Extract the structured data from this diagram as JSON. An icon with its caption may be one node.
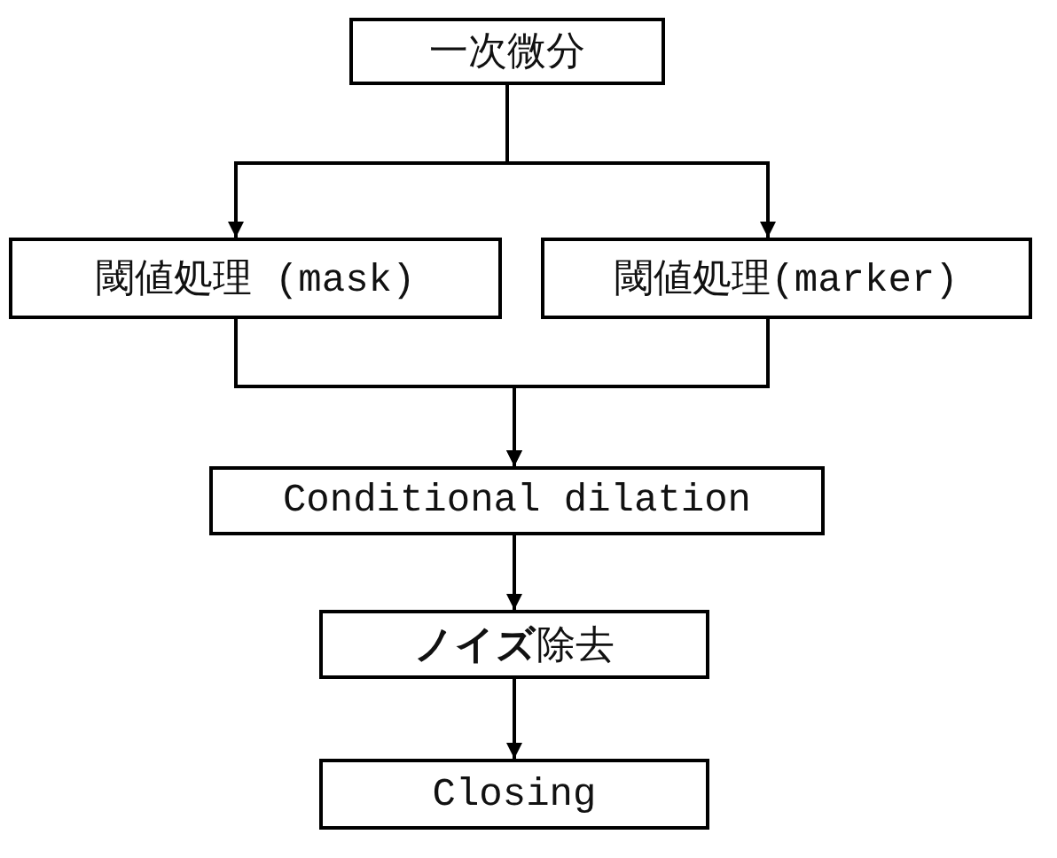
{
  "diagram": {
    "nodes": [
      {
        "text": [
          "一次微分"
        ]
      },
      {
        "text": [
          "閾値処理 (mask)"
        ]
      },
      {
        "text": [
          "閾値処理(marker)"
        ]
      },
      {
        "text": [
          "Conditional dilation"
        ]
      },
      {
        "text": [
          "**ノイズ**除去"
        ]
      },
      {
        "text": [
          "Closing"
        ]
      }
    ],
    "edges": [
      {
        "from": 0,
        "to": 1,
        "arrow": "to"
      },
      {
        "from": 0,
        "to": 2,
        "arrow": "to"
      },
      {
        "from": 1,
        "to": 3,
        "arrow": "to"
      },
      {
        "from": 2,
        "to": 3,
        "arrow": "to"
      },
      {
        "from": 3,
        "to": 4,
        "arrow": "to"
      },
      {
        "from": 4,
        "to": 5,
        "arrow": "to"
      }
    ]
  }
}
